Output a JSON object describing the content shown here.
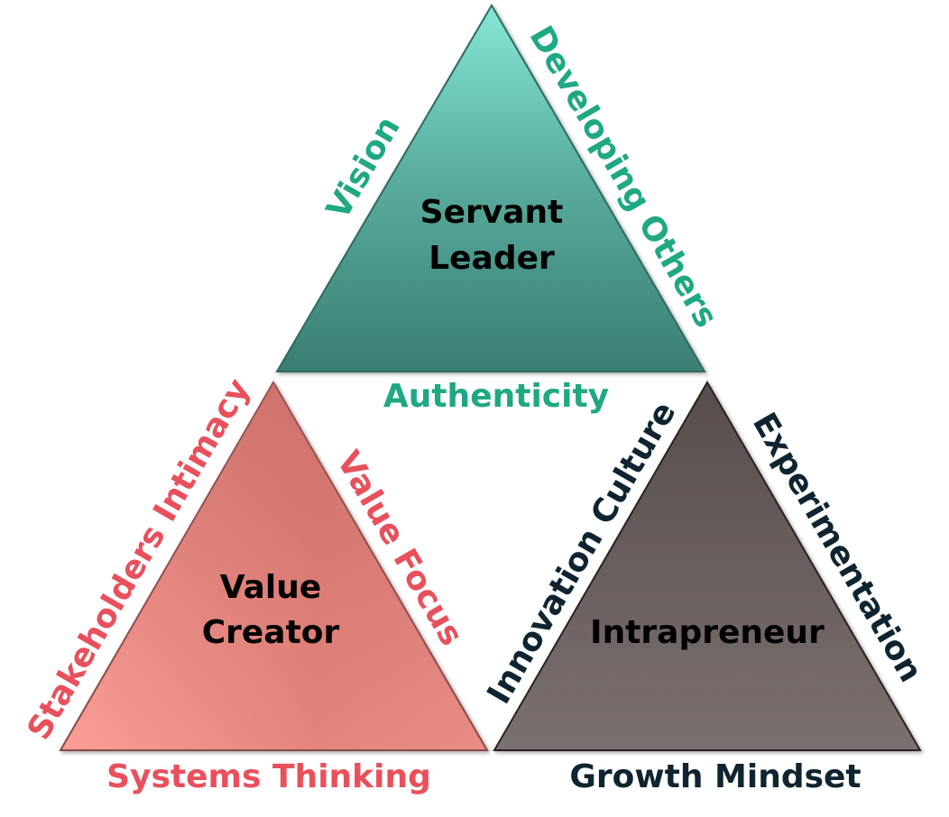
{
  "colors": {
    "teal_text": "#1ea883",
    "red_text": "#e8505b",
    "dark_text": "#0f2430",
    "teal_fill_top": "#7fe0d0",
    "teal_fill_bottom": "#3d8176",
    "red_fill_light": "#fb9c94",
    "red_fill_dark": "#cc6e6a",
    "gray_fill_top": "#5a5050",
    "gray_fill_bottom": "#7a6e6e"
  },
  "top_triangle": {
    "title_line1": "Servant",
    "title_line2": "Leader",
    "left_edge": "Vision",
    "right_edge": "Developing Others",
    "bottom_edge": "Authenticity"
  },
  "left_triangle": {
    "title_line1": "Value",
    "title_line2": "Creator",
    "left_edge": "Stakeholders Intimacy",
    "right_edge": "Value Focus",
    "bottom_edge": "Systems Thinking"
  },
  "right_triangle": {
    "title": "Intrapreneur",
    "left_edge": "Innovation Culture",
    "right_edge": "Experimentation",
    "bottom_edge": "Growth Mindset"
  }
}
